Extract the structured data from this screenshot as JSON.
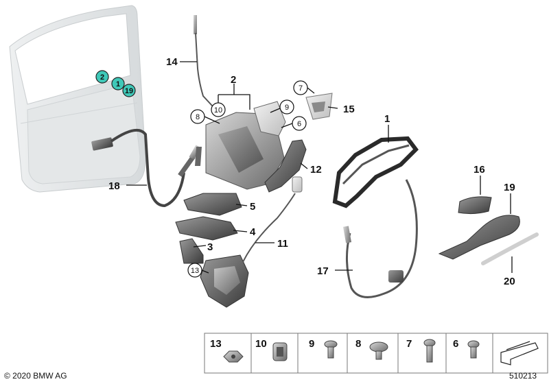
{
  "callouts": {
    "c1": "1",
    "c2": "2",
    "c3": "3",
    "c4": "4",
    "c5": "5",
    "c6": "6",
    "c7": "7",
    "c8": "8",
    "c9": "9",
    "c10": "10",
    "c11": "11",
    "c12": "12",
    "c13": "13",
    "c14": "14",
    "c15": "15",
    "c16": "16",
    "c17": "17",
    "c18": "18",
    "c19": "19",
    "c20": "20"
  },
  "door_markers": [
    "2",
    "1",
    "19"
  ],
  "marker_color": "#3fc8b8",
  "legend": {
    "items": [
      "13",
      "10",
      "9",
      "8",
      "7",
      "6"
    ]
  },
  "footer": {
    "copyright": "© 2020 BMW AG",
    "diagram_number": "510213"
  }
}
